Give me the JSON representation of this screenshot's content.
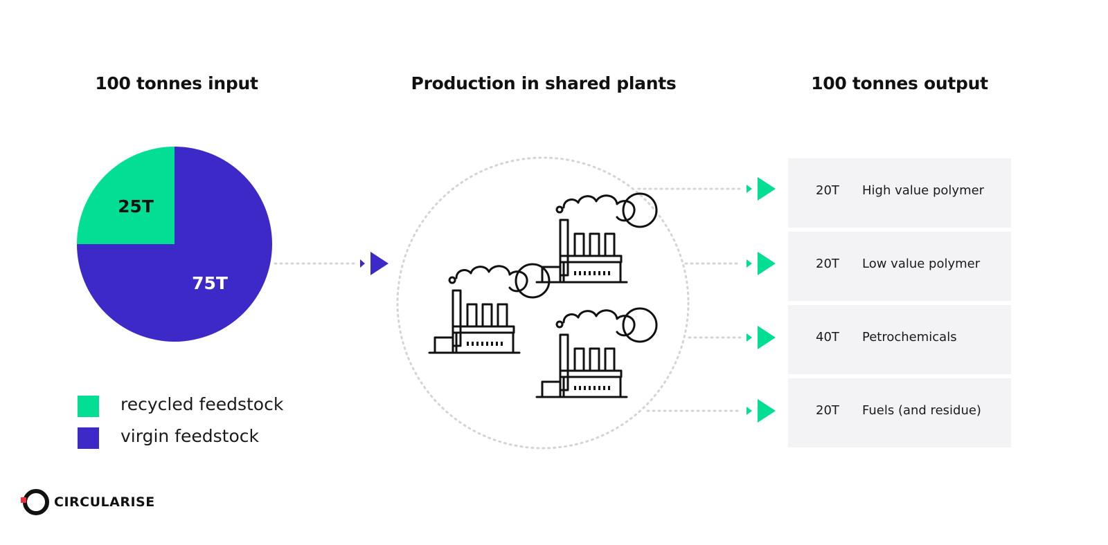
{
  "headings": {
    "input": "100 tonnes input",
    "plants": "Production in shared plants",
    "output": "100 tonnes output"
  },
  "pie": {
    "slices": [
      {
        "label": "25T",
        "value": 25,
        "color": "#02df94"
      },
      {
        "label": "75T",
        "value": 75,
        "color": "#3d29c8"
      }
    ]
  },
  "legend": [
    {
      "label": "recycled feedstock",
      "color": "#02df94"
    },
    {
      "label": "virgin feedstock",
      "color": "#3d29c8"
    }
  ],
  "outputs": [
    {
      "qty": "20T",
      "name": "High value polymer"
    },
    {
      "qty": "20T",
      "name": "Low value polymer"
    },
    {
      "qty": "40T",
      "name": "Petrochemicals"
    },
    {
      "qty": "20T",
      "name": "Fuels (and residue)"
    }
  ],
  "icons": {
    "factory": "factory-icon",
    "arrow": "play-arrow-icon",
    "logo": "circularise-logo-icon"
  },
  "colors": {
    "recycled": "#02df94",
    "virgin": "#3d29c8",
    "arrow_green": "#02df94",
    "arrow_blue": "#3d29c8",
    "dotted": "#d4d4d8",
    "brand_red": "#e8323c"
  },
  "brand": {
    "name": "CIRCULARISE"
  }
}
